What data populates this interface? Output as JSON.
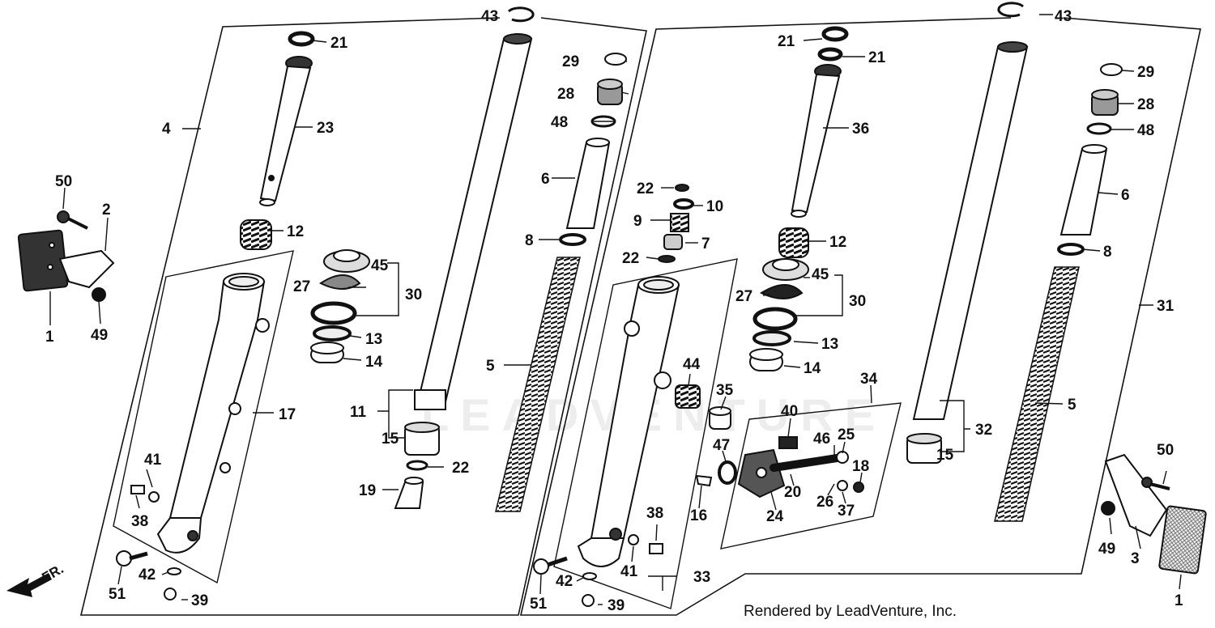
{
  "diagram": {
    "watermark": "LEADVENTURE",
    "credit": "Rendered by LeadVenture, Inc.",
    "direction_label": "FR.",
    "callouts": {
      "c43a": "43",
      "c21a": "21",
      "c23": "23",
      "c4": "4",
      "c12a": "12",
      "c45a": "45",
      "c27a": "27",
      "c30a": "30",
      "c13a": "13",
      "c14a": "14",
      "c17": "17",
      "c29a": "29",
      "c28a": "28",
      "c48a": "48",
      "c6a": "6",
      "c8a": "8",
      "c5a": "5",
      "c11": "11",
      "c15a": "15",
      "c22c": "22",
      "c19": "19",
      "c41a": "41",
      "c38a": "38",
      "c51a": "51",
      "c42a": "42",
      "c39a": "39",
      "c50a": "50",
      "c2": "2",
      "c1a": "1",
      "c49a": "49",
      "c22a": "22",
      "c10": "10",
      "c9": "9",
      "c7": "7",
      "c22b": "22",
      "c44": "44",
      "c35": "35",
      "c47": "47",
      "c16": "16",
      "c40": "40",
      "c34": "34",
      "c46": "46",
      "c25": "25",
      "c18": "18",
      "c20": "20",
      "c24": "24",
      "c26": "26",
      "c37": "37",
      "c38b": "38",
      "c41b": "41",
      "c33": "33",
      "c51b": "51",
      "c42b": "42",
      "c39b": "39",
      "c21b": "21",
      "c21c": "21",
      "c36": "36",
      "c12b": "12",
      "c45b": "45",
      "c27b": "27",
      "c30b": "30",
      "c13b": "13",
      "c14b": "14",
      "c43b": "43",
      "c29b": "29",
      "c28b": "28",
      "c48b": "48",
      "c6b": "6",
      "c8b": "8",
      "c31": "31",
      "c5b": "5",
      "c32": "32",
      "c15b": "15",
      "c50b": "50",
      "c49b": "49",
      "c3": "3",
      "c1b": "1"
    }
  }
}
